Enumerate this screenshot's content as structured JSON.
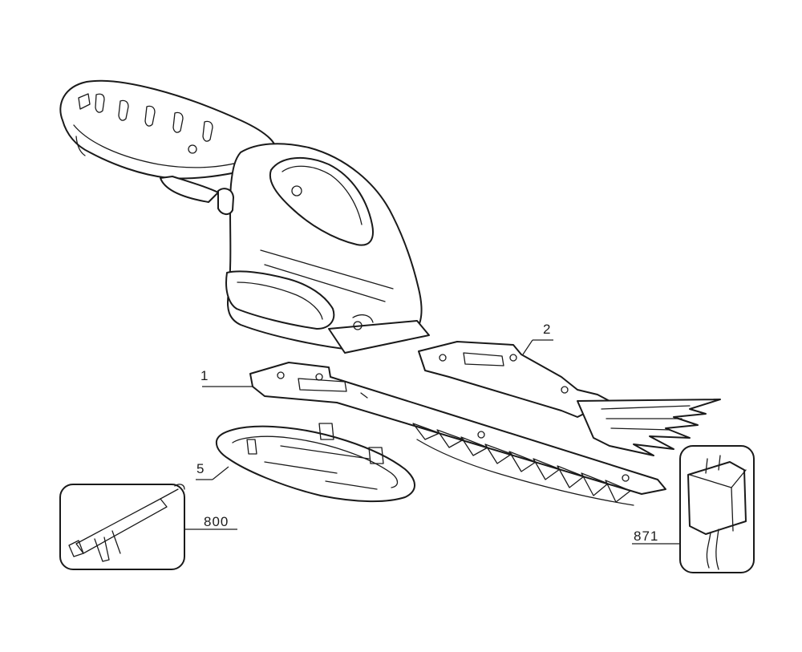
{
  "callouts": {
    "blade_hedge": "1",
    "blade_shear": "2",
    "blade_guard": "5",
    "lubricant": "800",
    "charger": "871"
  },
  "colors": {
    "line": "#1a1a1a",
    "background": "#ffffff"
  },
  "icons": {
    "tool_body": "hedge-trimmer-body-icon",
    "hedge_blade": "hedge-blade-icon",
    "shear_blade": "shear-blade-icon",
    "blade_guard": "blade-guard-icon",
    "lubricant": "lubricant-applicator-icon",
    "charger": "wall-charger-icon"
  }
}
